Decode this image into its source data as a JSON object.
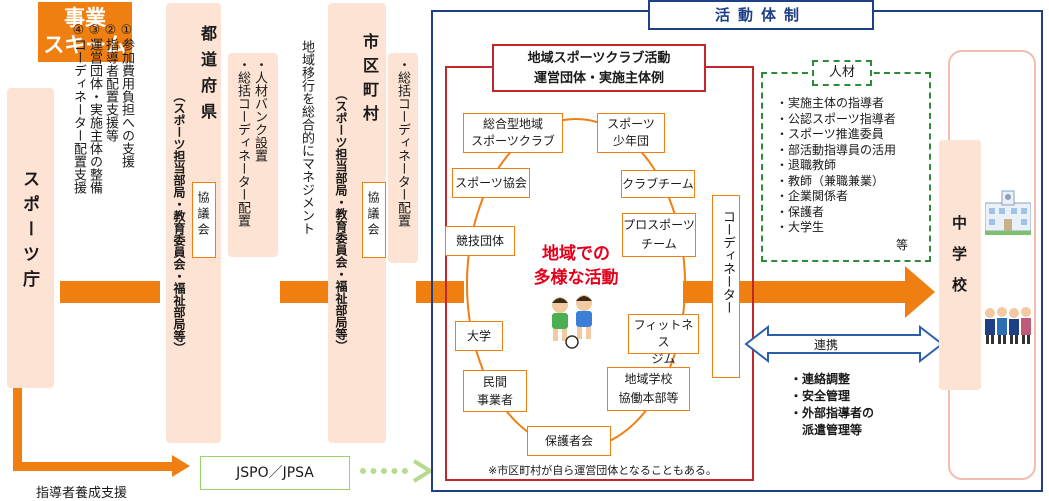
{
  "scheme": {
    "title": "事業\nスキーム"
  },
  "agency": {
    "label": "スポーツ庁"
  },
  "agency_support": {
    "lines": [
      "①参加費用負担への支援",
      "②指導者配置支援等",
      "③運営団体・実施主体の整備",
      "④コーディネーター配置支援"
    ]
  },
  "prefecture": {
    "title": "都道府県",
    "dept": "（スポーツ担当部局・教育委員会・福祉部局等）",
    "council": "協議会"
  },
  "prefecture_placement": {
    "lines": [
      "・人材バンク設置",
      "・総括コーディネーター配置"
    ]
  },
  "management_note": {
    "text": "地域移行を総合的にマネジメント"
  },
  "municipality": {
    "title": "市区町村",
    "dept": "（スポーツ担当部局・教育委員会・福祉部局等）",
    "council": "協議会"
  },
  "municipality_placement": {
    "text": "・総括コーディネーター配置"
  },
  "activity_system": {
    "title": "活動体制"
  },
  "club": {
    "title_line1": "地域スポーツクラブ活動",
    "title_line2": "運営団体・実施主体例",
    "center_line1": "地域での",
    "center_line2": "多様な活動",
    "note": "※市区町村が自ら運営団体となることもある。",
    "orgs": {
      "general": "総合型地域\nスポーツクラブ",
      "youth": "スポーツ\n少年団",
      "association": "スポーツ協会",
      "club_team": "クラブチーム",
      "federation": "競技団体",
      "pro": "プロスポーツ\nチーム",
      "university": "大学",
      "fitness": "フィットネス\nジム",
      "private": "民間\n事業者",
      "school_hq": "地域学校\n協働本部等",
      "guardians": "保護者会"
    }
  },
  "coordinator": {
    "label": "コーディネーター"
  },
  "human_resources": {
    "title": "人材",
    "items": [
      "・実施主体の指導者",
      "・公認スポーツ指導者",
      "・スポーツ推進委員",
      "・部活動指導員の活用",
      "・退職教師",
      "・教師（兼職兼業）",
      "・企業関係者",
      "・保護者",
      "・大学生"
    ],
    "etc": "等"
  },
  "school": {
    "label": "中学校"
  },
  "cooperation": {
    "label": "連携",
    "items": [
      "・連絡調整",
      "・安全管理",
      "・外部指導者の",
      "　派遣管理等"
    ]
  },
  "jspo": {
    "label": "JSPO／JPSA"
  },
  "training": {
    "label": "指導者養成支援"
  },
  "colors": {
    "orange": "#f07f12",
    "peach": "#fde3d3",
    "navy": "#1f3f86",
    "red": "#c0272d",
    "green": "#2e8b3a",
    "blue": "#2b5fad"
  }
}
